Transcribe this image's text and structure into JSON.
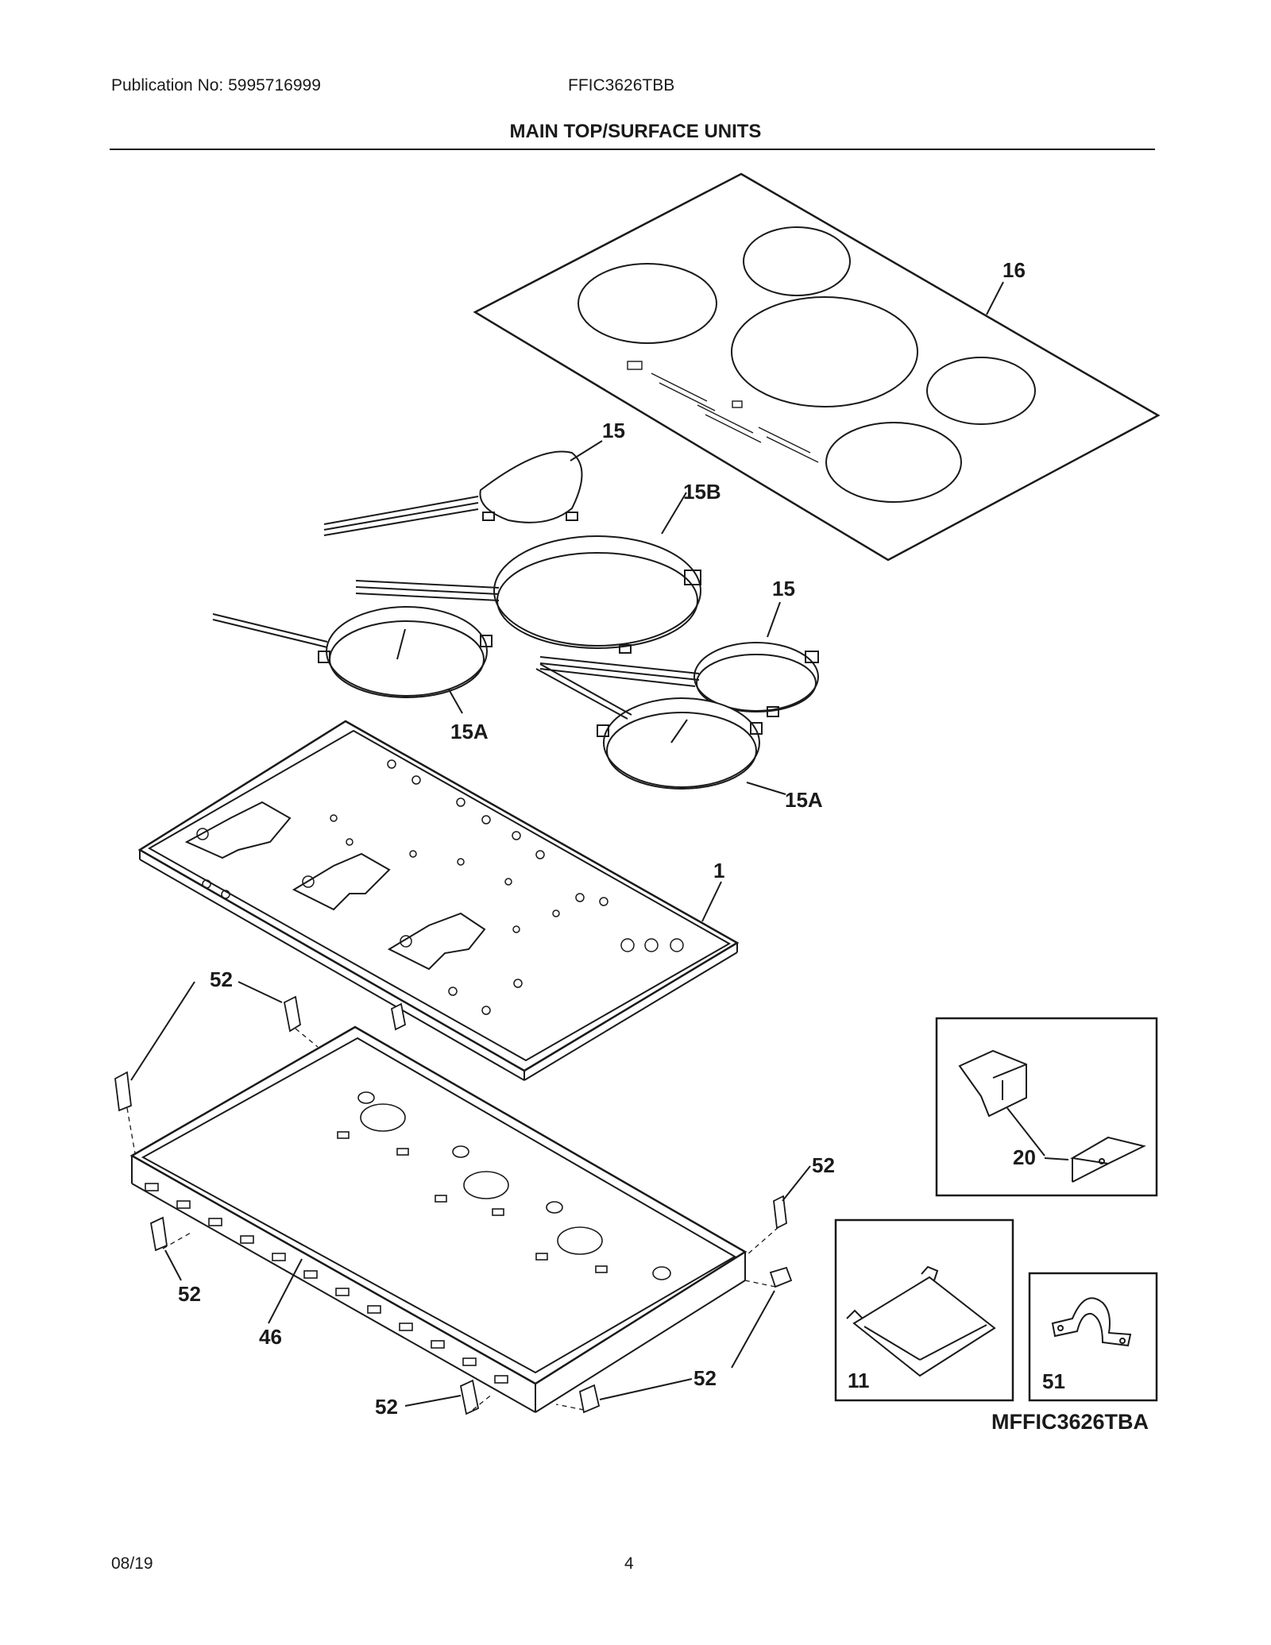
{
  "header": {
    "publication": "Publication No: 5995716999",
    "model": "FFIC3626TBB",
    "section_title": "MAIN TOP/SURFACE UNITS"
  },
  "callouts": {
    "glass_top": "16",
    "element_small_rear": "15",
    "element_large": "15B",
    "element_small_right": "15",
    "element_left": "15A",
    "element_front_right": "15A",
    "main_top": "1",
    "box": "46",
    "clip_upper_left": "52",
    "clip_right": "52",
    "clip_front_left": "52",
    "clip_front_right": "52",
    "clip_front_mid": "52",
    "bracket": "20",
    "tray": "11",
    "clamp": "51"
  },
  "reference_code": "MFFIC3626TBA",
  "footer": {
    "date": "08/19",
    "page": "4"
  }
}
